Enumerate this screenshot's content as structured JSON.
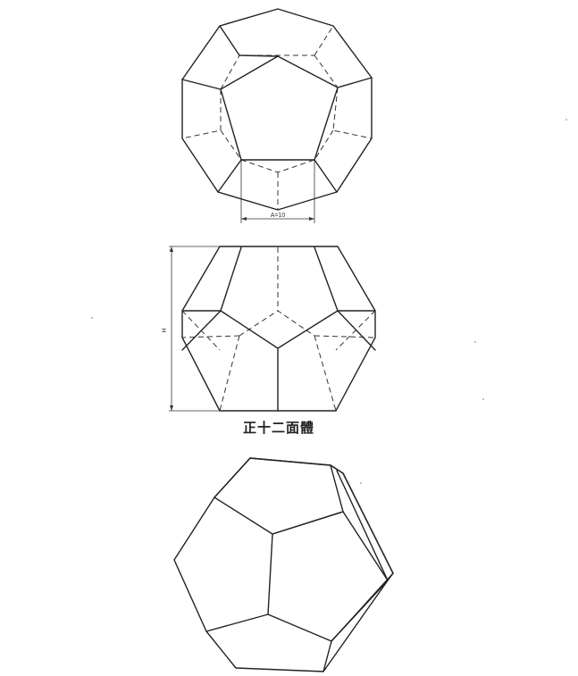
{
  "caption": "正十二面體",
  "top_view": {
    "dimension_label": "A=10"
  },
  "front_view": {
    "dimension_label": "H"
  },
  "colors": {
    "line": "#222222",
    "hidden_line": "#333333",
    "paper": "#ffffff"
  }
}
